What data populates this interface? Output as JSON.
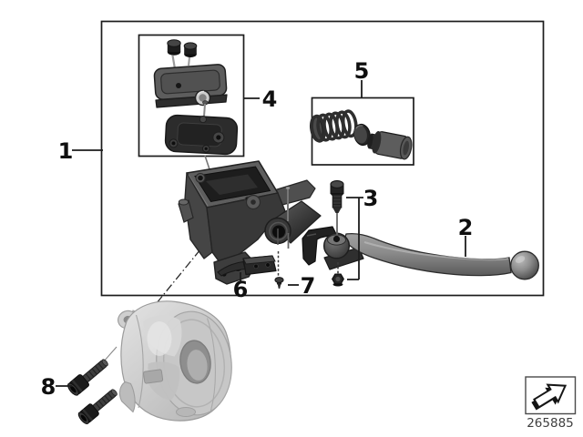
{
  "figure": {
    "type": "exploded-parts-diagram",
    "callout_labels": [
      "1",
      "2",
      "3",
      "4",
      "5",
      "6",
      "7",
      "8"
    ],
    "doc_number": "265885",
    "icons": {
      "footer_icon": "exploded-view-arrow-icon"
    },
    "colors": {
      "canvas": "#ffffff",
      "outline": "#1c1c1c",
      "label_text": "#0f0f0f",
      "doc_number_text": "#3f3f3f",
      "dark_part": "#2f2f2f",
      "mid_lever": "#8f8f8f",
      "light_housing": "#c9c9c9"
    }
  }
}
